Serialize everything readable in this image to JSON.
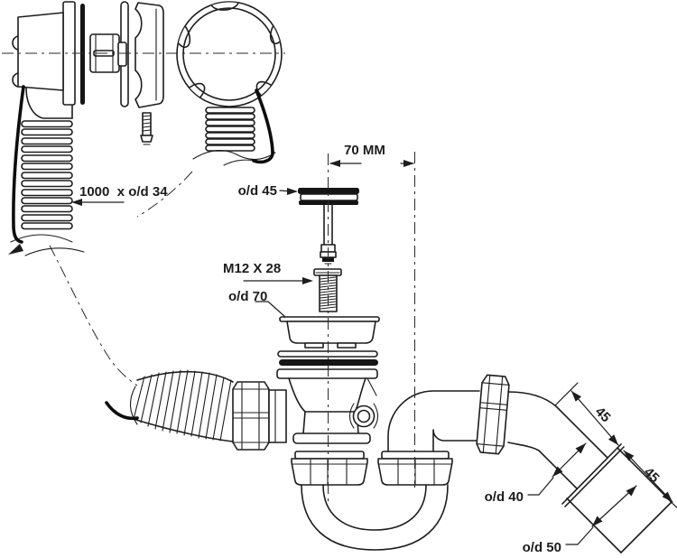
{
  "drawing": {
    "description": "Exploded technical line diagram of a bath pop-up waste and overflow kit with P-trap and 45-degree outlet",
    "colors": {
      "background": "#ffffff",
      "line": "#1d1d1d"
    },
    "labels": {
      "overflow_hose": "1000  x o/d 34",
      "centres_dimension": "70 MM",
      "plug_diameter": "o/d 45",
      "screw_spec": "M12 X 28",
      "flange_diameter": "o/d 70",
      "outlet_small_diameter": "o/d 40",
      "outlet_large_diameter": "o/d 50",
      "outlet_upper_length": "45",
      "outlet_lower_length": "45"
    }
  }
}
